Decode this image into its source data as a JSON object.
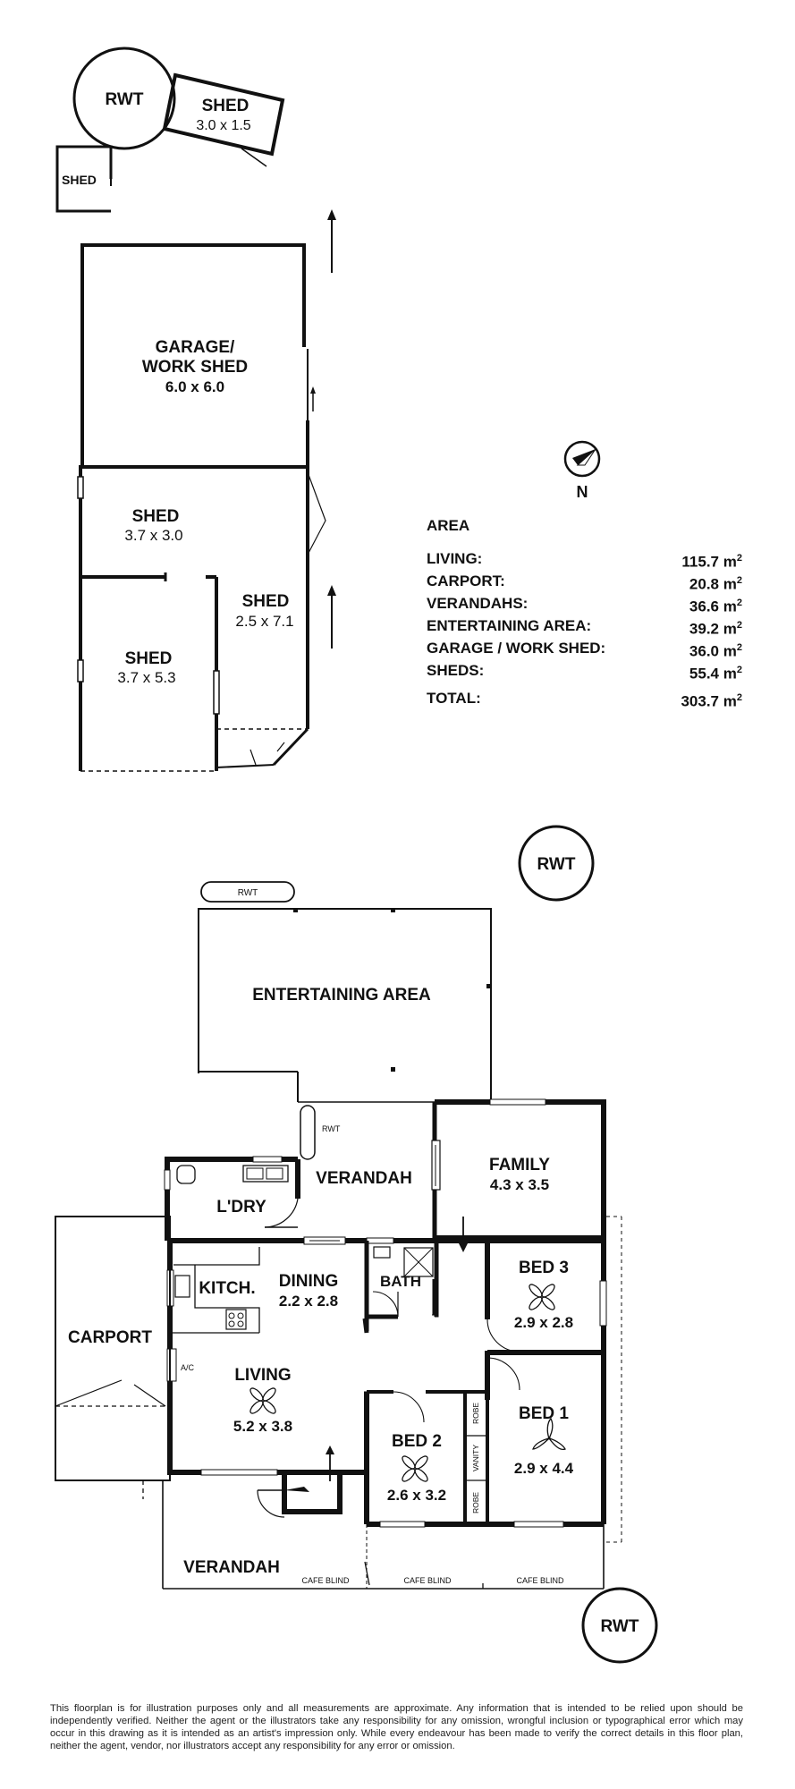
{
  "site_plan": {
    "rwt_top": "RWT",
    "shed_small_top": {
      "name": "SHED",
      "size": "3.0 x 1.5"
    },
    "shed_corner": {
      "name": "SHED"
    },
    "garage": {
      "line1": "GARAGE/",
      "line2": "WORK SHED",
      "size": "6.0 x 6.0"
    },
    "shed_mid": {
      "name": "SHED",
      "size": "3.7 x 3.0"
    },
    "shed_long": {
      "name": "SHED",
      "size": "2.5 x 7.1"
    },
    "shed_low": {
      "name": "SHED",
      "size": "3.7 x 5.3"
    },
    "compass_label": "N"
  },
  "area": {
    "title": "AREA",
    "unit": "m",
    "unit_power": "2",
    "rows": [
      {
        "label": "LIVING:",
        "value": "115.7"
      },
      {
        "label": "CARPORT:",
        "value": "20.8"
      },
      {
        "label": "VERANDAHS:",
        "value": "36.6"
      },
      {
        "label": "ENTERTAINING AREA:",
        "value": "39.2"
      },
      {
        "label": "GARAGE / WORK SHED:",
        "value": "36.0"
      },
      {
        "label": "SHEDS:",
        "value": "55.4"
      }
    ],
    "total": {
      "label": "TOTAL:",
      "value": "303.7"
    }
  },
  "house": {
    "rwt_right": "RWT",
    "rwt_oval": "RWT",
    "rwt_small": "RWT",
    "rwt_bottom": "RWT",
    "entertaining": "ENTERTAINING AREA",
    "verandah_top": "VERANDAH",
    "family": {
      "name": "FAMILY",
      "size": "4.3 x 3.5"
    },
    "laundry": "L'DRY",
    "kitchen": "KITCH.",
    "dining": {
      "name": "DINING",
      "size": "2.2 x 2.8"
    },
    "bath": "BATH",
    "bed3": {
      "name": "BED 3",
      "size": "2.9 x 2.8"
    },
    "carport": "CARPORT",
    "ac": "A/C",
    "living": {
      "name": "LIVING",
      "size": "5.2 x 3.8"
    },
    "bed2": {
      "name": "BED 2",
      "size": "2.6 x 3.2"
    },
    "robe_top": "ROBE",
    "vanity": "VANITY",
    "robe_bottom": "ROBE",
    "bed1": {
      "name": "BED 1",
      "size": "2.9 x 4.4"
    },
    "verandah_bottom": "VERANDAH",
    "cafe_blind": [
      "CAFE BLIND",
      "CAFE BLIND",
      "CAFE BLIND"
    ]
  },
  "disclaimer": "This floorplan is for illustration purposes only and all measurements are approximate. Any information that is intended to be relied upon should be independently verified. Neither the agent or the illustrators take any responsibility for any omission, wrongful inclusion or typographical error which may occur in this drawing as it is intended as an artist's impression only. While every endeavour has been made to verify the correct details in this floor plan, neither the agent, vendor, nor illustrators accept any responsibility for any error or omission."
}
